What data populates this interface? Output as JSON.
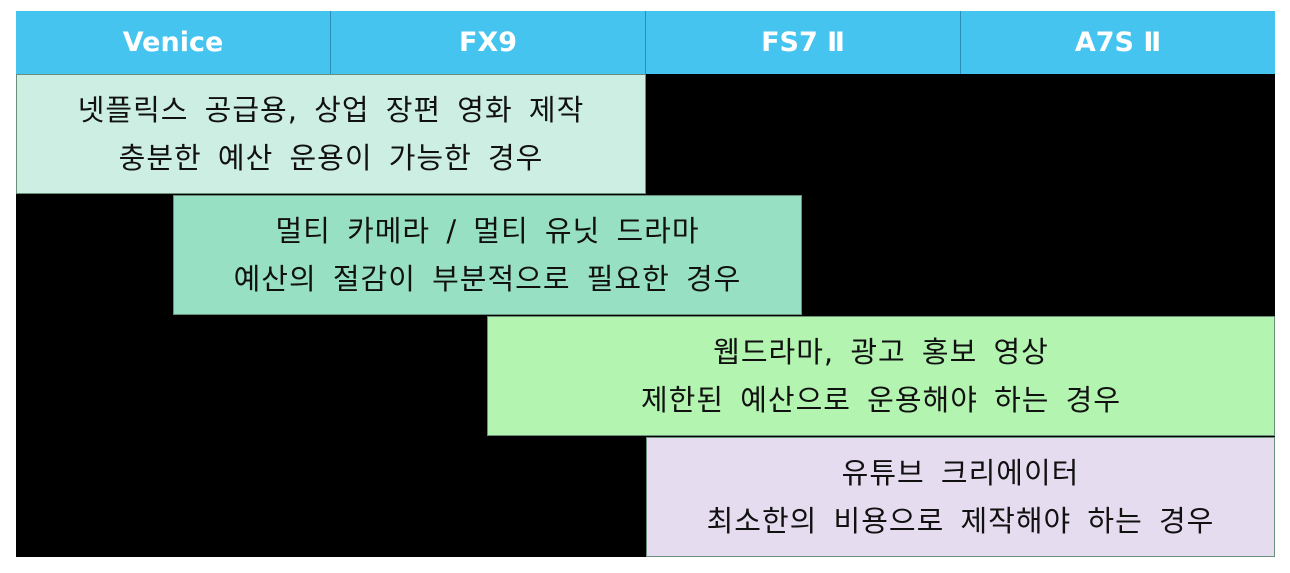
{
  "header": {
    "columns": [
      "Venice",
      "FX9",
      "FS7 Ⅱ",
      "A7S Ⅱ"
    ]
  },
  "bands": [
    {
      "line1": "넷플릭스 공급용, 상업 장편 영화 제작",
      "line2": "충분한 예산 운용이 가능한 경우",
      "color": "#cdeee2"
    },
    {
      "line1": "멀티 카메라 / 멀티 유닛 드라마",
      "line2": "예산의 절감이 부분적으로 필요한 경우",
      "color": "#97e0c4"
    },
    {
      "line1": "웹드라마, 광고 홍보 영상",
      "line2": "제한된 예산으로 운용해야 하는 경우",
      "color": "#b3f5b0"
    },
    {
      "line1": "유튜브 크리에이터",
      "line2": "최소한의 비용으로 제작해야 하는 경우",
      "color": "#e6dcf0"
    }
  ],
  "colors": {
    "header_bg": "#45c4f0",
    "header_text": "#ffffff",
    "background": "#000000"
  }
}
